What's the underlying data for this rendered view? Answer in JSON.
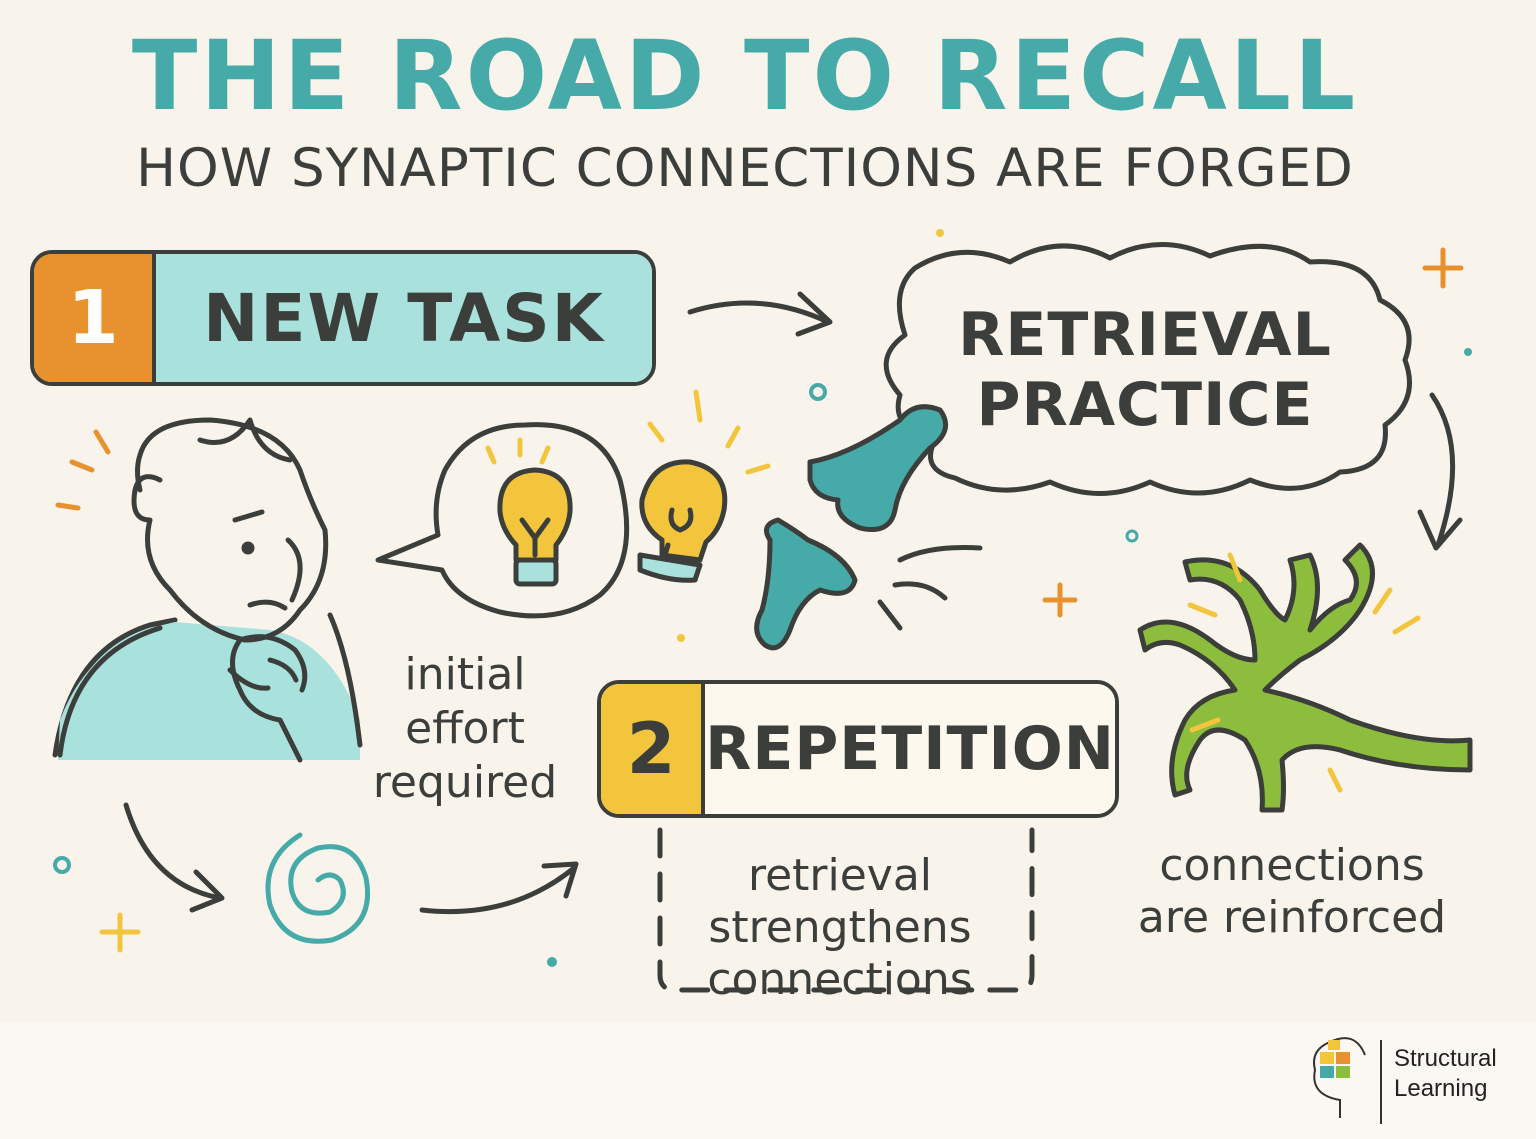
{
  "title": "THE ROAD TO RECALL",
  "subtitle": "HOW SYNAPTIC CONNECTIONS ARE FORGED",
  "steps": [
    {
      "number": "1",
      "label": "NEW TASK",
      "color": "#e8912f",
      "fill": "#a9e1dd"
    },
    {
      "number": "2",
      "label": "REPETITION",
      "color": "#f2c53c",
      "fill": "#fcf8ee"
    }
  ],
  "retrieval": {
    "line1": "RETRIEVAL",
    "line2": "PRACTICE"
  },
  "notes": {
    "effort": {
      "line1": "initial",
      "line2": "effort",
      "line3": "required"
    },
    "strengthen": {
      "line1": "retrieval",
      "line2": "strengthens",
      "line3": "connections"
    },
    "reinforce": {
      "line1": "connections",
      "line2": "are reinforced"
    }
  },
  "logo": {
    "line1": "Structural",
    "line2": "Learning"
  },
  "colors": {
    "teal": "#46aaa9",
    "ink": "#3b3e3a",
    "orange": "#e8912f",
    "yellow": "#f2c53c",
    "green": "#8dbd3c",
    "lightTeal": "#a9e1dd"
  },
  "icons": [
    "person-thinking-icon",
    "lightbulb-icon",
    "speech-bubble-icon",
    "synapse-icon",
    "neuron-icon",
    "spiral-icon",
    "arrow-icon",
    "brain-head-logo-icon"
  ]
}
